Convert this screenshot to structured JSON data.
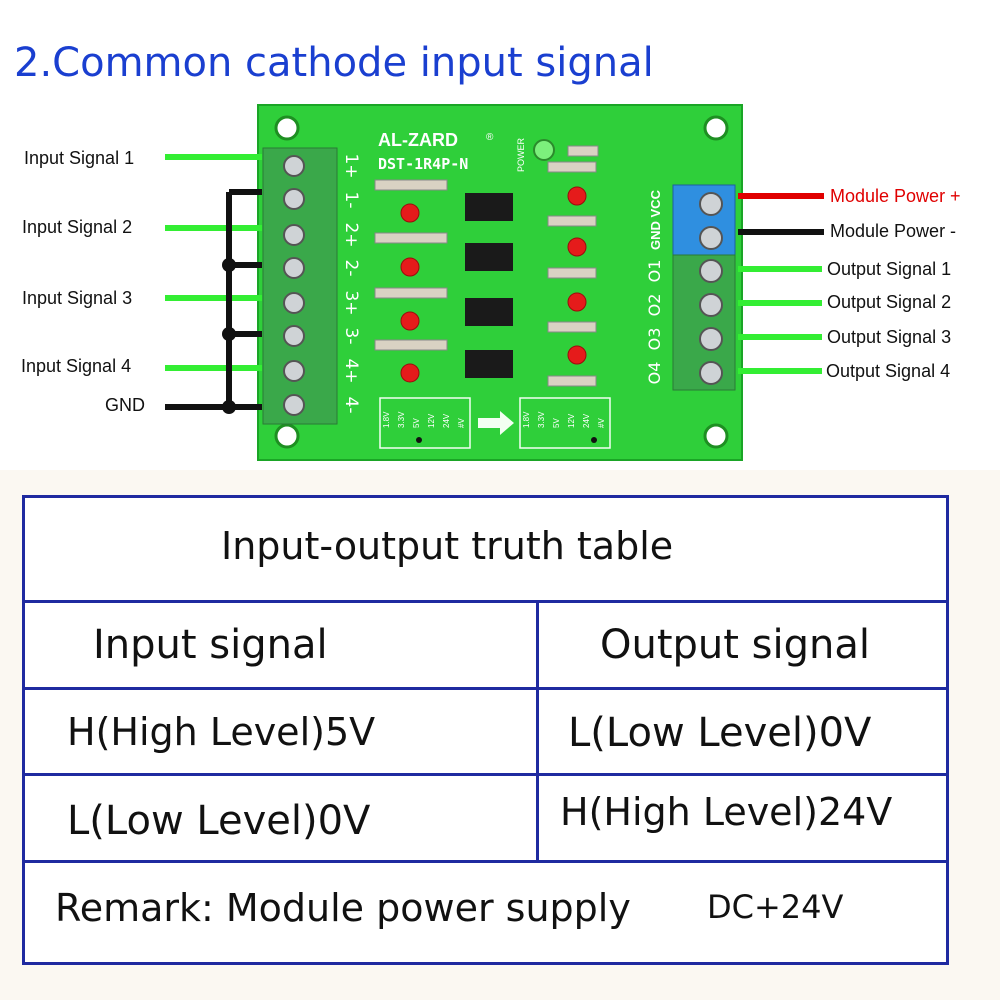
{
  "title": "2.Common cathode input signal",
  "board": {
    "brand": "AL-ZARD",
    "brand_mark": "®",
    "model": "DST-1R4P-N",
    "power_led_label": "POWER",
    "input_terminal_labels": [
      "1+",
      "1-",
      "2+",
      "2-",
      "3+",
      "3-",
      "4+",
      "4-"
    ],
    "power_terminal_label": "GND VCC",
    "output_terminal_labels": [
      "O1",
      "O2",
      "O3",
      "O4"
    ],
    "voltage_options": [
      "1.8V",
      "3.3V",
      "5V",
      "12V",
      "24V",
      "#V"
    ],
    "colors": {
      "pcb": "#2fcf3a",
      "led": "#e51b1b",
      "wire_signal": "#33ee33",
      "wire_gnd": "#111111",
      "wire_power": "#e00000"
    }
  },
  "wires": {
    "inputs": [
      "Input Signal 1",
      "Input Signal 2",
      "Input Signal 3",
      "Input Signal 4"
    ],
    "gnd": "GND",
    "power_plus": "Module Power +",
    "power_minus": "Module Power -",
    "outputs": [
      "Output Signal 1",
      "Output Signal 2",
      "Output Signal 3",
      "Output Signal 4"
    ]
  },
  "truth_table": {
    "title": "Input-output truth table",
    "col_input": "Input signal",
    "col_output": "Output signal",
    "row1_input": "H(High Level)5V",
    "row1_output": "L(Low Level)0V",
    "row2_input": "L(Low Level)0V",
    "row2_output": "H(High Level)24V",
    "remark": "Remark: Module power supply",
    "remark_value": "DC+24V"
  }
}
